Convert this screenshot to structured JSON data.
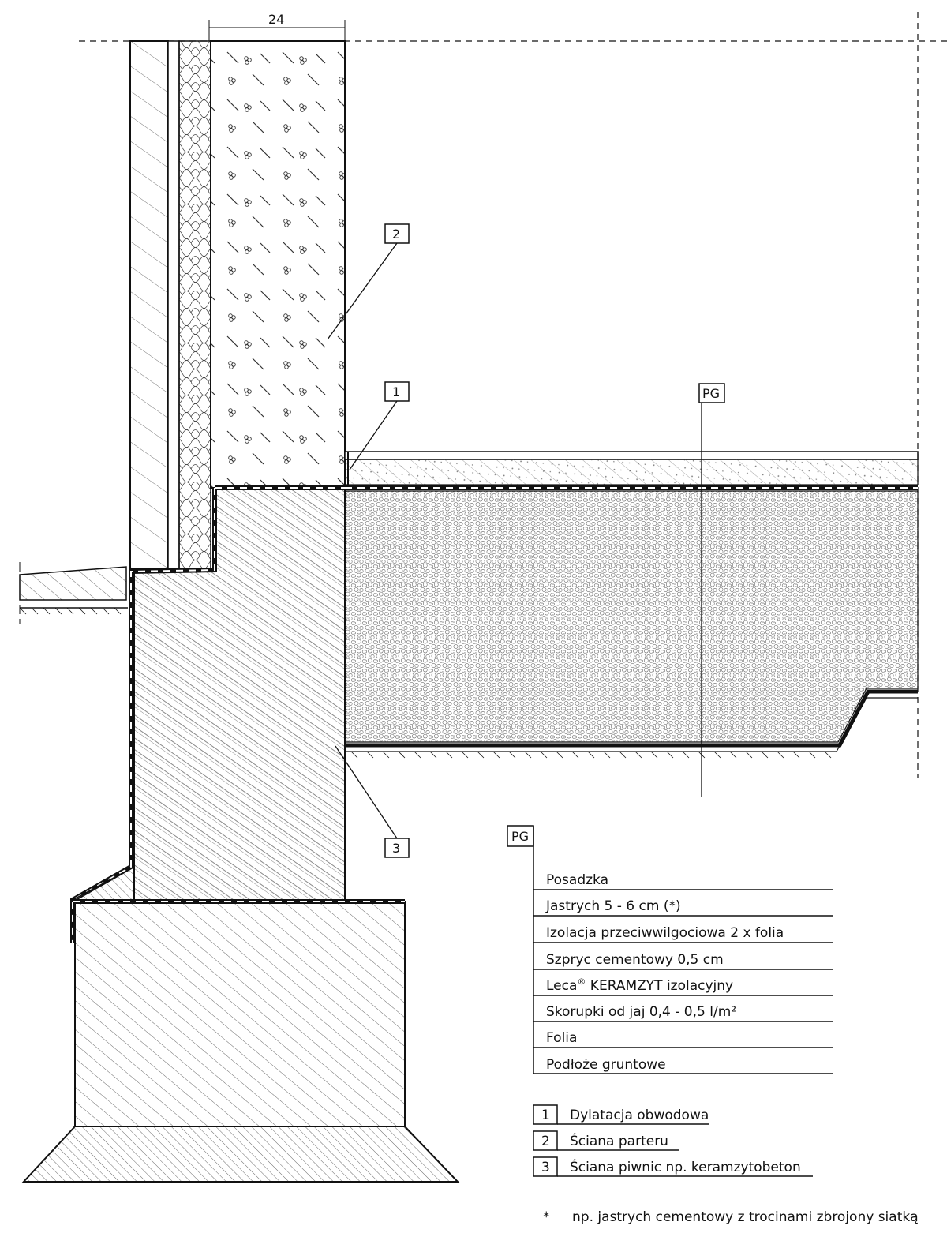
{
  "drawing": {
    "dimension": "24",
    "tags": {
      "t1": "1",
      "t2": "2",
      "t3": "3",
      "pg": "PG"
    },
    "layers_header": "PG",
    "layers": [
      "Posadzka",
      "Jastrych 5 - 6 cm (*)",
      "Izolacja przeciwwilgociowa 2 x folia",
      "Szpryc cementowy 0,5 cm",
      "Leca",
      "Skorupki od jaj 0,4 - 0,5 l/m²",
      "Folia",
      "Podłoże gruntowe"
    ],
    "leca_sup": "®",
    "leca_rest": " KERAMZYT izolacyjny",
    "legend": [
      {
        "num": "1",
        "text": "Dylatacja obwodowa"
      },
      {
        "num": "2",
        "text": "Ściana parteru"
      },
      {
        "num": "3",
        "text": "Ściana piwnic np. keramzytobeton"
      }
    ],
    "footnote_mark": "*",
    "footnote": "np. jastrych cementowy z trocinami zbrojony siatką"
  },
  "colors": {
    "line": "#111111",
    "hatch": "#333333",
    "background": "#ffffff"
  }
}
